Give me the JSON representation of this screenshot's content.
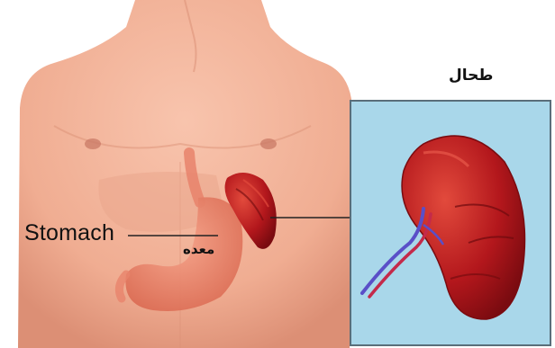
{
  "labels": {
    "stomach_en": "Stomach",
    "stomach_ar": "معده",
    "spleen_ar": "طحال"
  },
  "icons": {
    "torso": "torso-illustration",
    "stomach": "stomach-illustration",
    "spleen_small": "spleen-icon",
    "spleen_large": "spleen-detail-illustration"
  },
  "colors": {
    "skin": "#f3b59c",
    "skin_shadow": "#d98e74",
    "stomach": "#e8836b",
    "spleen": "#b3171c",
    "spleen_dark": "#6e0a0e",
    "inset_bg": "#a9d7ea",
    "inset_border": "#5a6e7a",
    "vessel_blue": "#5a4fc8",
    "vessel_red": "#c42a4a"
  }
}
